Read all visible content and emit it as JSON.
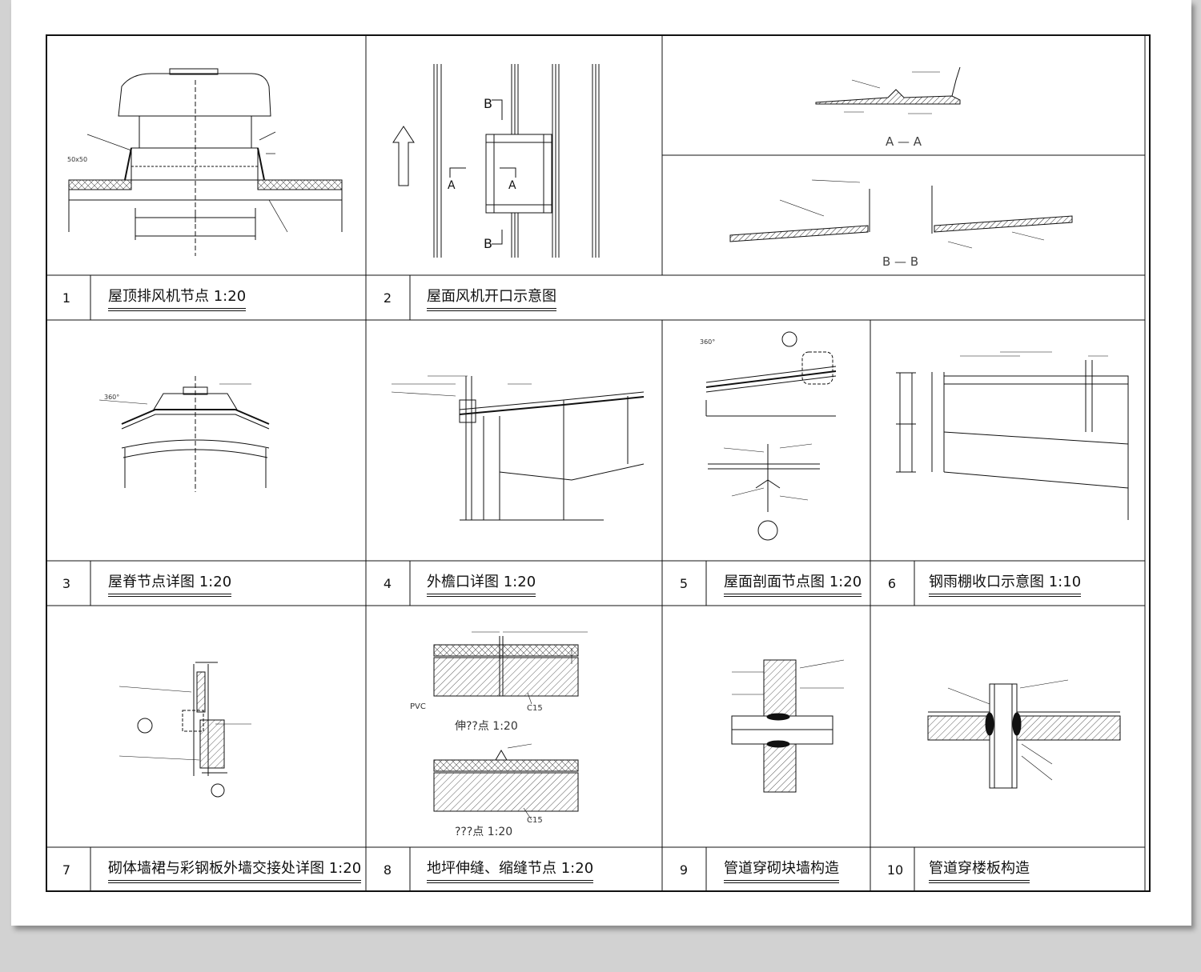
{
  "panels": [
    {
      "number": "1",
      "title": "屋顶排风机节点  1:20"
    },
    {
      "number": "2",
      "title": "屋面风机开口示意图"
    },
    {
      "number": "3",
      "title": "屋脊节点详图  1:20"
    },
    {
      "number": "4",
      "title": "外檐口详图  1:20"
    },
    {
      "number": "5",
      "title": "屋面剖面节点图 1:20"
    },
    {
      "number": "6",
      "title": "钢雨棚收口示意图  1:10"
    },
    {
      "number": "7",
      "title": "砌体墙裙与彩钢板外墙交接处详图 1:20"
    },
    {
      "number": "8",
      "title": "地坪伸缝、缩缝节点  1:20"
    },
    {
      "number": "9",
      "title": "管道穿砌块墙构造"
    },
    {
      "number": "10",
      "title": "管道穿楼板构造"
    }
  ],
  "section_labels": {
    "aa": "A — A",
    "bb": "B — B",
    "a_left": "A",
    "a_right": "A",
    "b_top": "B",
    "b_bottom": "B",
    "expansion": "伸??点  1:20",
    "contraction": "???点  1:20",
    "pvc": "PVC",
    "c15_a": "C15",
    "c15_b": "C15",
    "deg360": "360°",
    "fifty": "50x50"
  }
}
